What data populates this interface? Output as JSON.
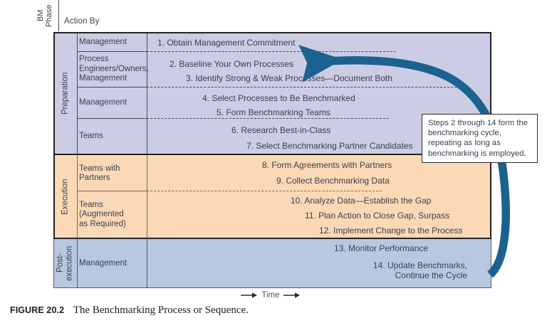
{
  "figure": {
    "caption_prefix": "FIGURE 20.2",
    "caption_title": "The Benchmarking Process or Sequence."
  },
  "headers": {
    "phase_axis_label": "BM\nPhase",
    "action_by_label": "Action By",
    "time_axis_label": "Time"
  },
  "colors": {
    "preparation_band": "#ccccE4",
    "execution_band": "#fbd9b6",
    "post_execution_band": "#b7c8e0",
    "arrow_teal": "#1a6290",
    "text": "#3a3f4d",
    "border_dark": "#232323"
  },
  "callout": {
    "text": "Steps 2 through 14 form the benchmarking cycle, repeating as long as benchmarking is employed."
  },
  "phases": [
    {
      "name": "Preparation",
      "rows": [
        {
          "actor": "Management",
          "steps": [
            {
              "number": "1.",
              "text": "Obtain Management Commitment",
              "indent": 0
            }
          ]
        },
        {
          "actor": "Process\nEngineers/Owners,\nManagement",
          "steps": [
            {
              "number": "2.",
              "text": "Baseline Your Own Processes",
              "indent": 1
            },
            {
              "number": "3.",
              "text": "Identify Strong & Weak Processes—Document Both",
              "indent": 2
            }
          ]
        },
        {
          "actor": "Management",
          "steps": [
            {
              "number": "4.",
              "text": "Select Processes to Be Benchmarked",
              "indent": 3
            },
            {
              "number": "5.",
              "text": "Form Benchmarking Teams",
              "indent": 4
            }
          ]
        },
        {
          "actor": "Teams",
          "steps": [
            {
              "number": "6.",
              "text": "Research Best-in-Class",
              "indent": 5
            },
            {
              "number": "7.",
              "text": "Select Benchmarking Partner Candidates",
              "indent": 6
            }
          ]
        }
      ]
    },
    {
      "name": "Execution",
      "rows": [
        {
          "actor": "Teams with\nPartners",
          "steps": [
            {
              "number": "8.",
              "text": "Form Agreements with Partners",
              "indent": 7
            },
            {
              "number": "9.",
              "text": "Collect Benchmarking Data",
              "indent": 8
            }
          ]
        },
        {
          "actor": "Teams\n(Augmented\nas Required)",
          "steps": [
            {
              "number": "10.",
              "text": "Analyze Data—Establish the Gap",
              "indent": 9
            },
            {
              "number": "11.",
              "text": "Plan Action to Close Gap, Surpass",
              "indent": 10
            },
            {
              "number": "12.",
              "text": "Implement Change to the Process",
              "indent": 11
            }
          ]
        }
      ]
    },
    {
      "name": "Post-\nexecution",
      "rows": [
        {
          "actor": "Management",
          "steps": [
            {
              "number": "13.",
              "text": "Monitor Performance",
              "indent": 12
            },
            {
              "number": "14.",
              "text": "Update Benchmarks,\nContinue the Cycle",
              "indent": 13
            }
          ]
        }
      ]
    }
  ],
  "steps_flat": [
    "1. Obtain Management Commitment",
    "2. Baseline Your Own Processes",
    "3. Identify Strong & Weak Processes—Document Both",
    "4. Select Processes to Be Benchmarked",
    "5. Form Benchmarking Teams",
    "6. Research Best-in-Class",
    "7. Select Benchmarking Partner Candidates",
    "8. Form Agreements with Partners",
    "9. Collect Benchmarking Data",
    "10. Analyze Data—Establish the Gap",
    "11. Plan Action to Close Gap, Surpass",
    "12. Implement Change to the Process",
    "13. Monitor Performance",
    "14. Update Benchmarks,\nContinue the Cycle"
  ]
}
